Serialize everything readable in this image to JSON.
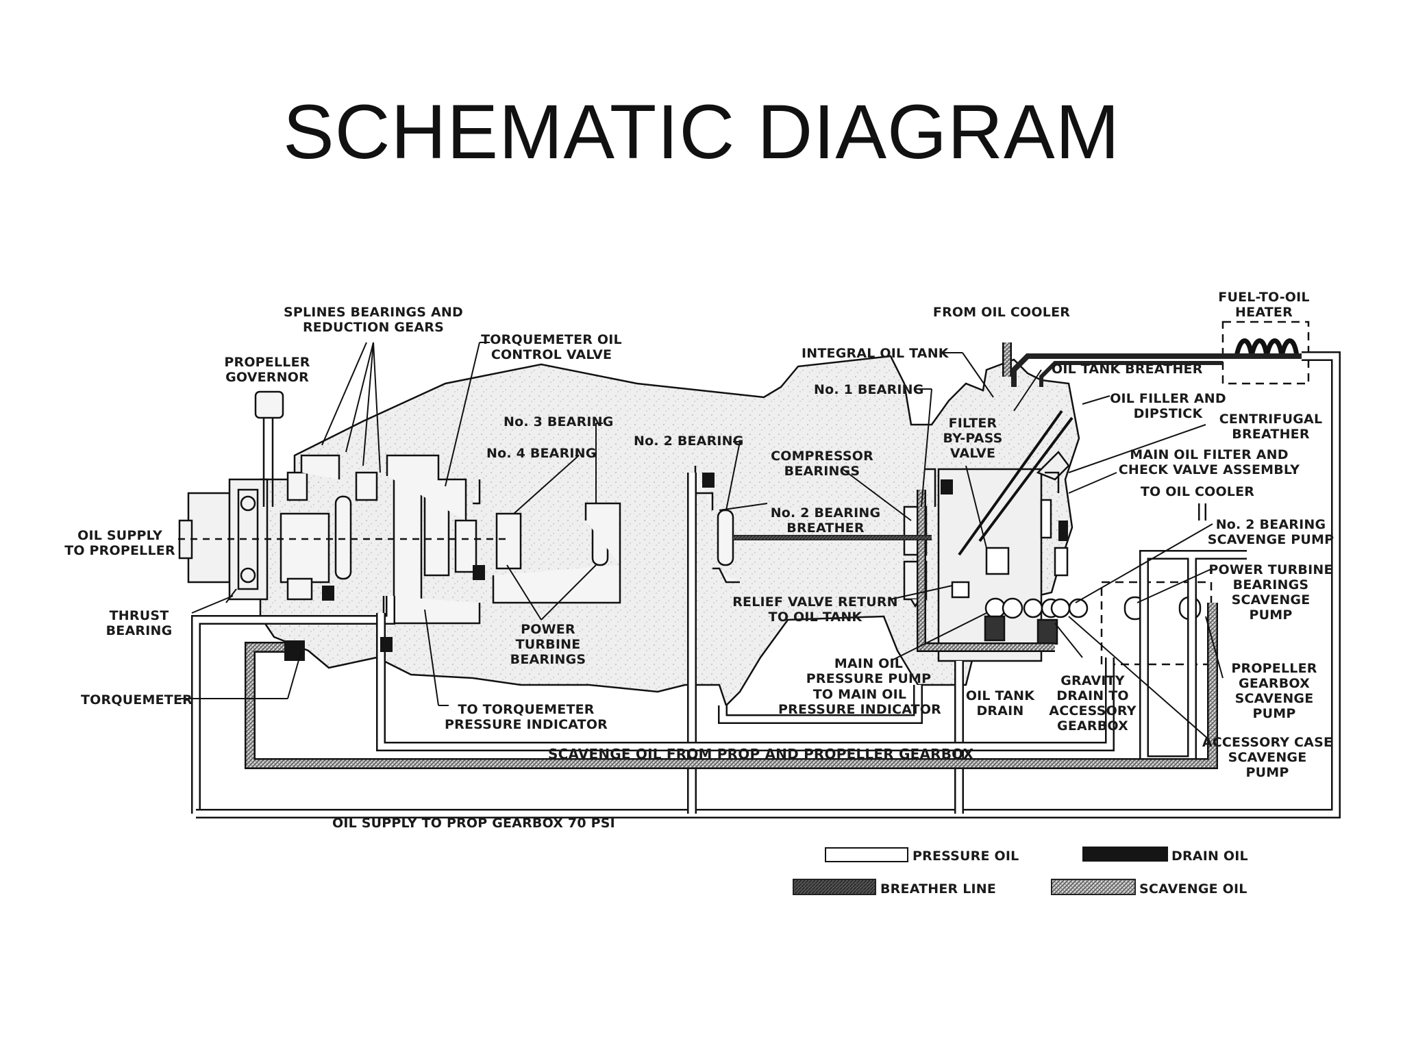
{
  "title": "SCHEMATIC DIAGRAM",
  "labels": {
    "splines": [
      "SPLINES BEARINGS AND",
      "REDUCTION GEARS"
    ],
    "torquemeter_valve": [
      "TORQUEMETER OIL",
      "CONTROL VALVE"
    ],
    "propeller_governor": [
      "PROPELLER",
      "GOVERNOR"
    ],
    "no3_bearing": [
      "No. 3 BEARING"
    ],
    "no4_bearing": [
      "No. 4 BEARING"
    ],
    "no2_bearing": [
      "No. 2 BEARING"
    ],
    "oil_supply_prop": [
      "OIL SUPPLY",
      "TO PROPELLER"
    ],
    "thrust_bearing": [
      "THRUST",
      "BEARING"
    ],
    "torquemeter": [
      "TORQUEMETER"
    ],
    "power_turbine_bearings": [
      "POWER",
      "TURBINE",
      "BEARINGS"
    ],
    "to_torquemeter_indicator": [
      "TO TORQUEMETER",
      "PRESSURE INDICATOR"
    ],
    "compressor_bearings": [
      "COMPRESSOR",
      "BEARINGS"
    ],
    "no2_bearing_breather": [
      "No. 2 BEARING",
      "BREATHER"
    ],
    "relief_valve": [
      "RELIEF VALVE RETURN",
      "TO OIL TANK"
    ],
    "main_oil_pump": [
      "MAIN OIL",
      "PRESSURE PUMP"
    ],
    "to_main_oil_indicator": [
      "TO MAIN OIL",
      "PRESSURE INDICATOR"
    ],
    "oil_tank_drain": [
      "OIL TANK",
      "DRAIN"
    ],
    "gravity_drain": [
      "GRAVITY",
      "DRAIN TO",
      "ACCESSORY",
      "GEARBOX"
    ],
    "from_oil_cooler": [
      "FROM OIL COOLER"
    ],
    "integral_oil_tank": [
      "INTEGRAL OIL TANK"
    ],
    "no1_bearing": [
      "No. 1 BEARING"
    ],
    "filter_bypass": [
      "FILTER",
      "BY-PASS",
      "VALVE"
    ],
    "oil_tank_breather": [
      "OIL TANK BREATHER"
    ],
    "oil_filler": [
      "OIL FILLER AND",
      "DIPSTICK"
    ],
    "fuel_to_oil_heater": [
      "FUEL-TO-OIL",
      "HEATER"
    ],
    "centrifugal_breather": [
      "CENTRIFUGAL",
      "BREATHER"
    ],
    "main_oil_filter": [
      "MAIN OIL FILTER AND",
      "CHECK VALVE ASSEMBLY"
    ],
    "to_oil_cooler": [
      "TO OIL COOLER"
    ],
    "no2_scavenge_pump": [
      "No. 2 BEARING",
      "SCAVENGE PUMP"
    ],
    "power_turbine_scavenge": [
      "POWER TURBINE",
      "BEARINGS",
      "SCAVENGE",
      "PUMP"
    ],
    "propeller_gearbox_scavenge": [
      "PROPELLER",
      "GEARBOX",
      "SCAVENGE",
      "PUMP"
    ],
    "accessory_case_scavenge": [
      "ACCESSORY CASE",
      "SCAVENGE",
      "PUMP"
    ],
    "scavenge_from_prop": [
      "SCAVENGE OIL FROM PROP AND PROPELLER  GEARBOX"
    ],
    "oil_supply_gearbox": [
      "OIL SUPPLY TO PROP GEARBOX 70 PSI"
    ]
  },
  "legend": {
    "pressure_oil": "PRESSURE OIL",
    "drain_oil": "DRAIN OIL",
    "breather_line": "BREATHER LINE",
    "scavenge_oil": "SCAVENGE OIL"
  },
  "colors": {
    "ink": "#111111",
    "body_fill": "#ececec",
    "drain": "#151515",
    "breather": "#444444",
    "scavenge": "#7a7a7a"
  }
}
